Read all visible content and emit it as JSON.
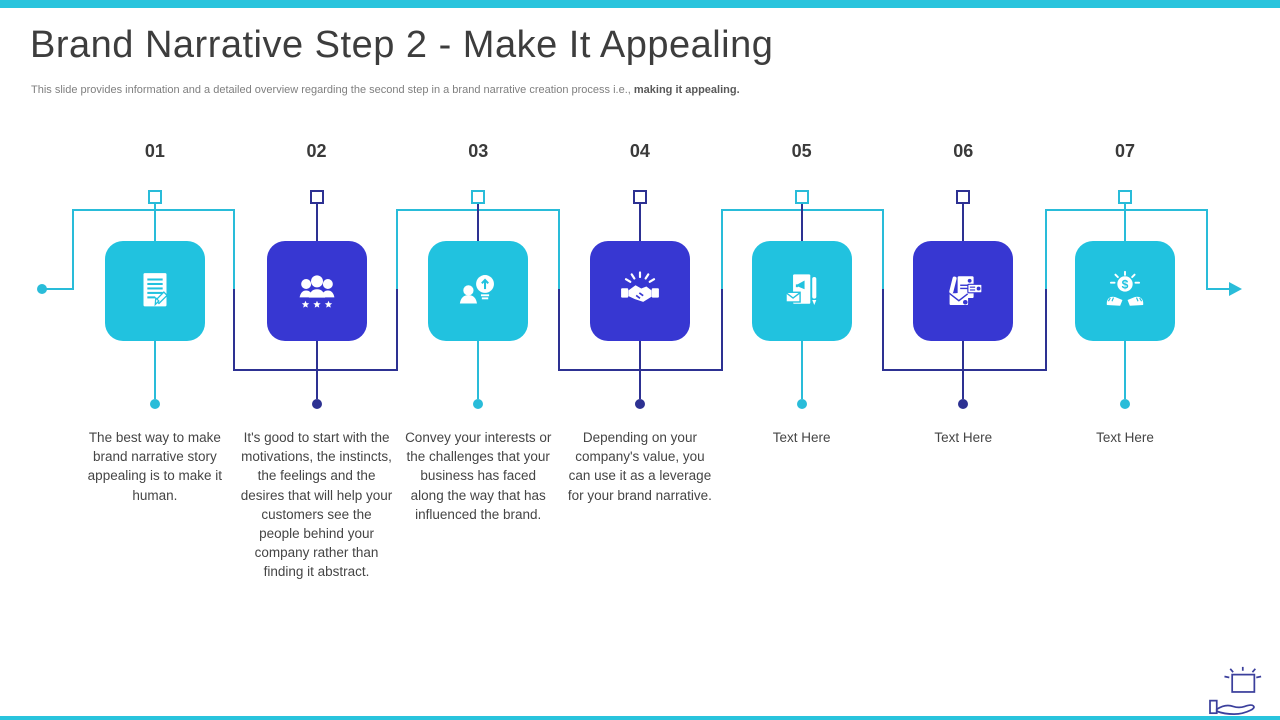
{
  "slide": {
    "title": "Brand Narrative Step 2 - Make It Appealing",
    "subtitle_regular": "This slide provides information and a detailed overview regarding the second step in a brand narrative creation process i.e., ",
    "subtitle_bold": "making it appealing."
  },
  "colors": {
    "cyan": "#21c2df",
    "cyan_line": "#29bcd9",
    "royal_blue": "#3737d2",
    "navy_line": "#2d3192",
    "title_text": "#3d3d3d",
    "body_text": "#454545",
    "accent_bar": "#29c4dd"
  },
  "steps": [
    {
      "number": "01",
      "color": "cyan",
      "icon": "document-pencil-icon",
      "text": "The best way to make brand narrative story appealing is to make it human."
    },
    {
      "number": "02",
      "color": "blue",
      "icon": "team-stars-icon",
      "text": "It's good to start with the motivations, the instincts, the feelings and the desires that will help your customers see the people behind your company rather than finding it abstract."
    },
    {
      "number": "03",
      "color": "cyan",
      "icon": "person-idea-icon",
      "text": "Convey your interests or the challenges that your business has faced along the way that has influenced the brand."
    },
    {
      "number": "04",
      "color": "blue",
      "icon": "handshake-icon",
      "text": "Depending on your company's value, you can use it as a leverage for your brand narrative."
    },
    {
      "number": "05",
      "color": "cyan",
      "icon": "marketing-flyer-icon",
      "text": "Text Here"
    },
    {
      "number": "06",
      "color": "blue",
      "icon": "stationery-set-icon",
      "text": "Text Here"
    },
    {
      "number": "07",
      "color": "cyan",
      "icon": "hands-money-icon",
      "text": "Text Here"
    }
  ],
  "footer": {
    "logo": "hand-presenting-box-icon"
  }
}
